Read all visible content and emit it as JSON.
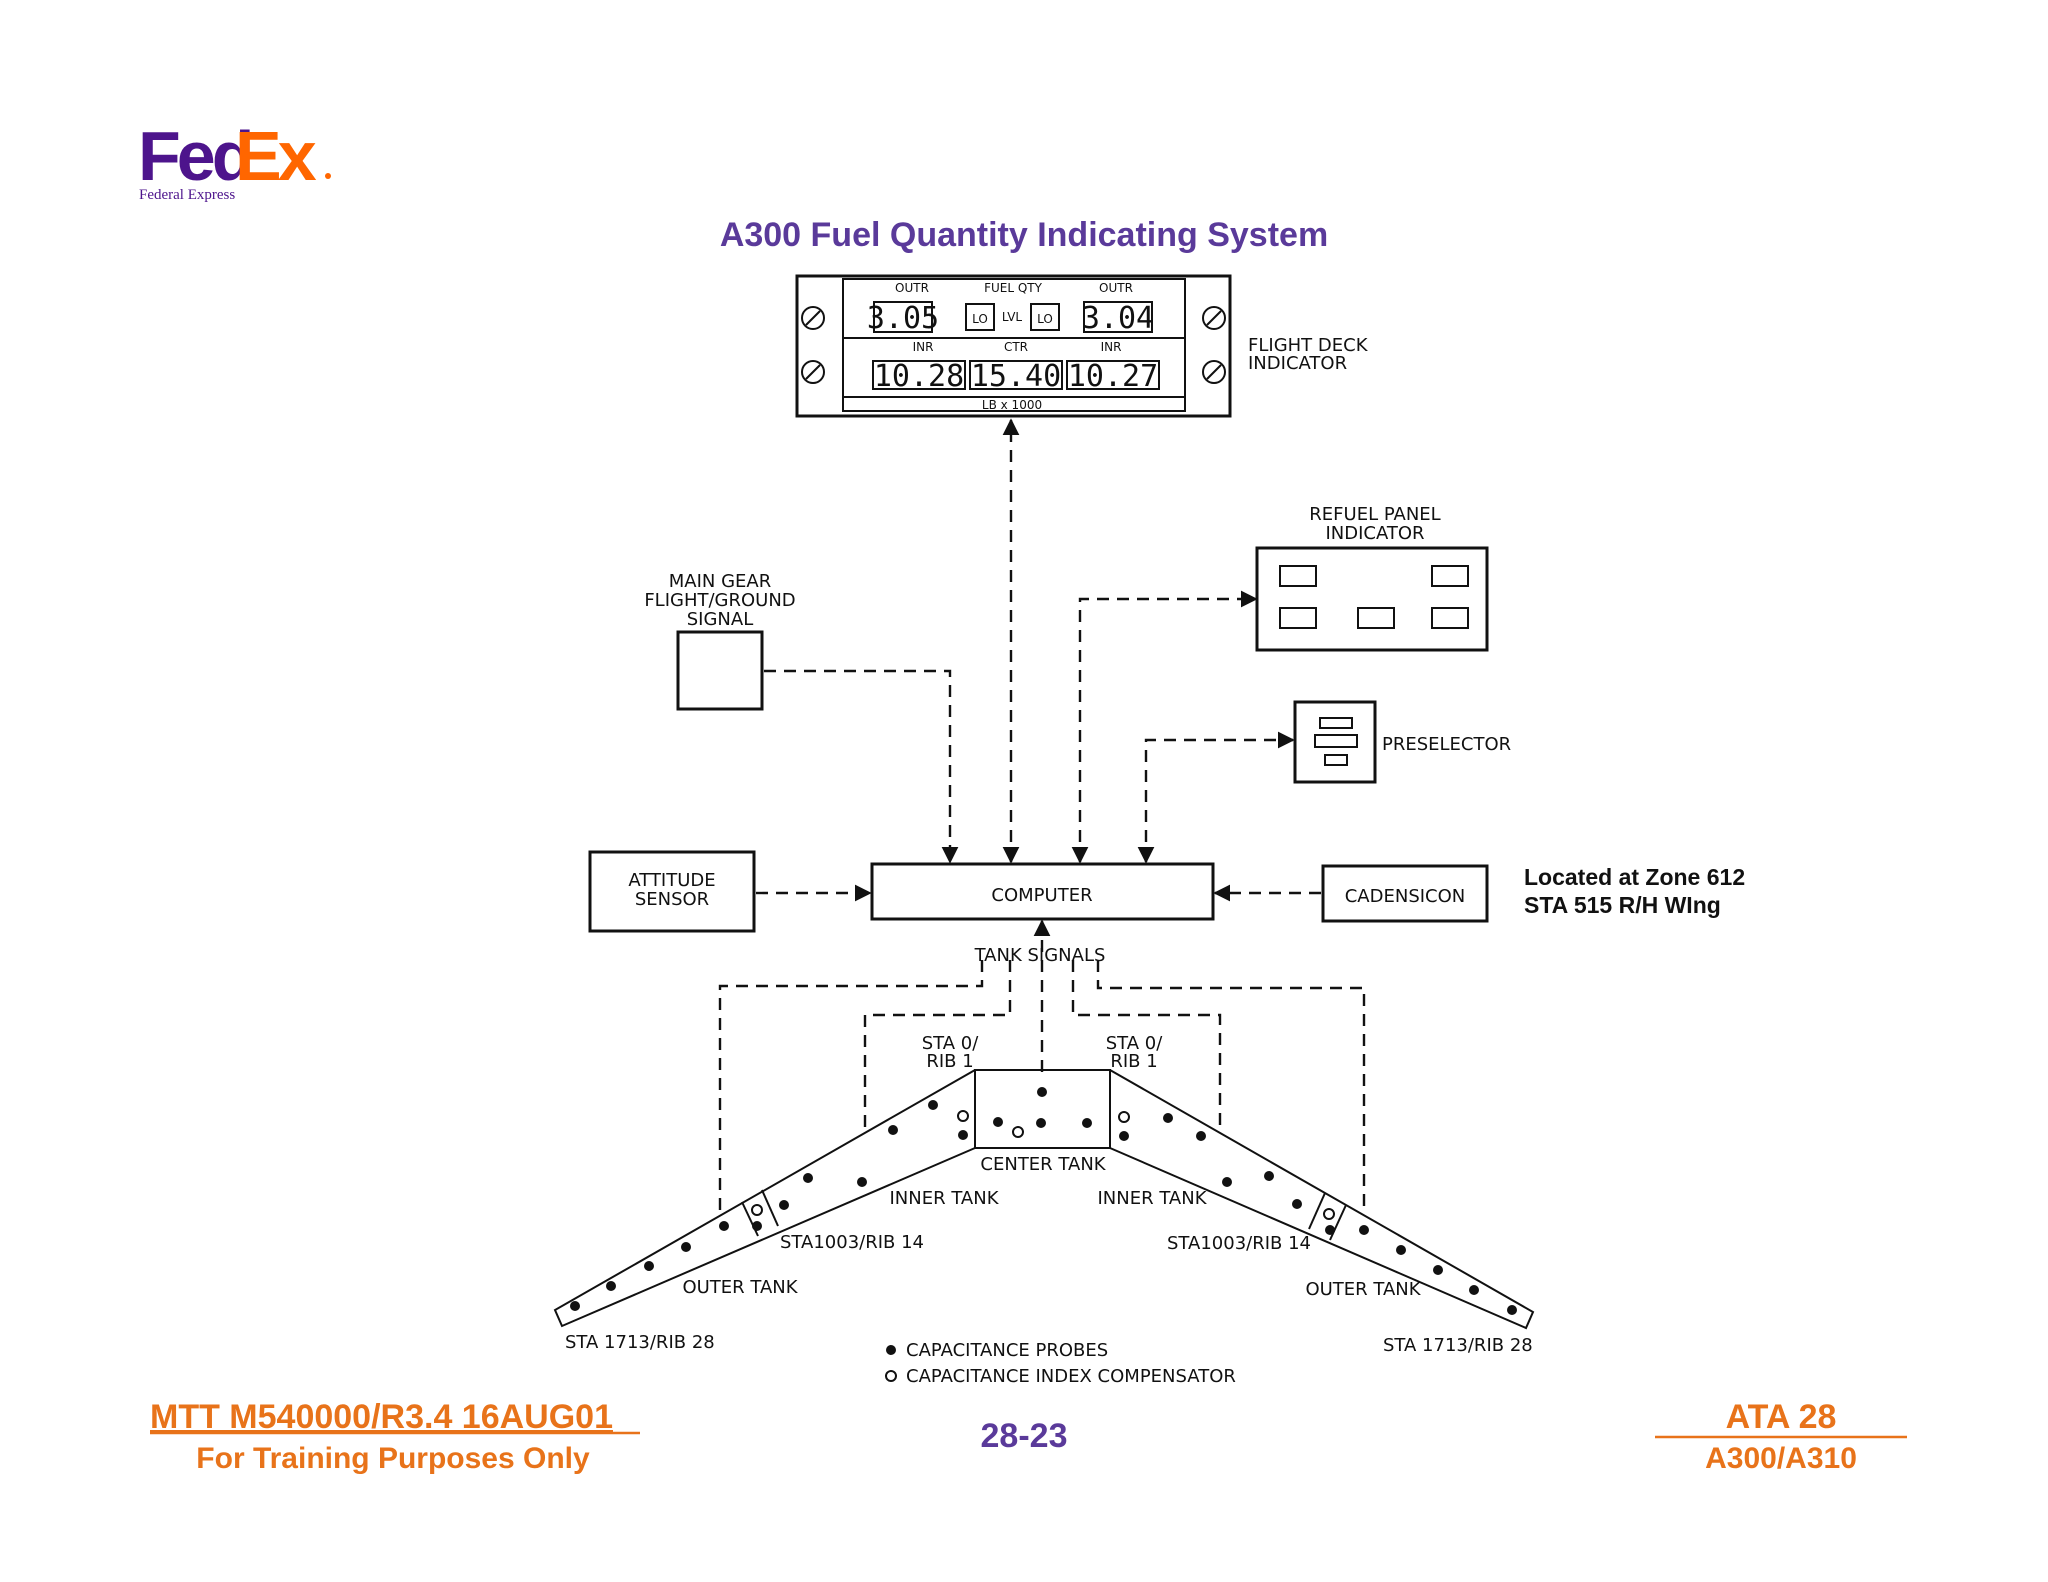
{
  "logo": {
    "brand_fed": "Fed",
    "brand_ex": "Ex",
    "subtitle": "Federal Express"
  },
  "title": "A300 Fuel Quantity Indicating System",
  "flight_deck": {
    "label_line1": "FLIGHT DECK",
    "label_line2": "INDICATOR",
    "header_outr_left": "OUTR",
    "header_fuel_qty": "FUEL QTY",
    "header_outr_right": "OUTR",
    "outr_left_value": "3.05",
    "lo_left": "LO",
    "lvl": "LVL",
    "lo_right": "LO",
    "outr_right_value": "3.04",
    "header_inr_left": "INR",
    "header_ctr": "CTR",
    "header_inr_right": "INR",
    "inr_left_value": "10.28",
    "ctr_value": "15.40",
    "inr_right_value": "10.27",
    "units": "LB x 1000"
  },
  "refuel_panel": {
    "line1": "REFUEL PANEL",
    "line2": "INDICATOR"
  },
  "main_gear": {
    "line1": "MAIN GEAR",
    "line2": "FLIGHT/GROUND",
    "line3": "SIGNAL"
  },
  "preselector": "PRESELECTOR",
  "attitude_sensor": {
    "line1": "ATTITUDE",
    "line2": "SENSOR"
  },
  "computer": "COMPUTER",
  "cadensicon": "CADENSICON",
  "location_note": {
    "line1": "Located at Zone 612",
    "line2": "STA 515 R/H WIng"
  },
  "tank_signals": "TANK SIGNALS",
  "wing": {
    "sta0_left_1": "STA 0/",
    "sta0_left_2": "RIB 1",
    "sta0_right_1": "STA 0/",
    "sta0_right_2": "RIB 1",
    "center_tank": "CENTER  TANK",
    "inner_tank_left": "INNER TANK",
    "inner_tank_right": "INNER TANK",
    "sta1003_left": "STA1003/RIB 14",
    "sta1003_right": "STA1003/RIB 14",
    "outer_tank_left": "OUTER TANK",
    "outer_tank_right": "OUTER  TANK",
    "sta1713_left": "STA 1713/RIB 28",
    "sta1713_right": "STA 1713/RIB 28"
  },
  "legend": {
    "probes": "CAPACITANCE  PROBES",
    "compensator": "CAPACITANCE  INDEX  COMPENSATOR"
  },
  "footer": {
    "mtt": "MTT M540000/R3.4 16AUG01",
    "training": "For Training Purposes Only",
    "page": "28-23",
    "ata": "ATA 28",
    "aircraft": "A300/A310"
  },
  "colors": {
    "fed_purple": "#4D148C",
    "ex_orange": "#FF6600",
    "footer_orange": "#E8731A",
    "title_purple": "#5A3A9A"
  }
}
